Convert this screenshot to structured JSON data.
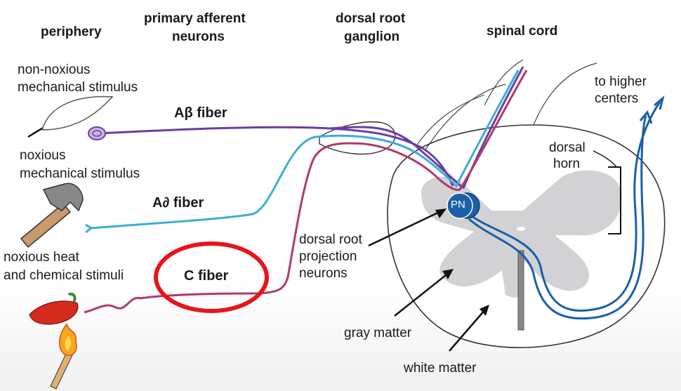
{
  "headers": {
    "periphery": "periphery",
    "primary_afferent_1": "primary afferent",
    "primary_afferent_2": "neurons",
    "drg_1": "dorsal root",
    "drg_2": "ganglion",
    "spinal_cord": "spinal cord"
  },
  "stimuli": {
    "non_noxious_1": "non-noxious",
    "non_noxious_2": "mechanical stimulus",
    "noxious_mech_1": "noxious",
    "noxious_mech_2": "mechanical stimulus",
    "heat_chem_1": "noxious heat",
    "heat_chem_2": "and chemical stimuli"
  },
  "fibers": {
    "abeta": "Aβ fiber",
    "adelta": "A∂ fiber",
    "c": "C fiber"
  },
  "cord_labels": {
    "higher_1": "to higher",
    "higher_2": "centers",
    "dorsal_horn_1": "dorsal",
    "dorsal_horn_2": "horn",
    "pn": "PN",
    "projection_1": "dorsal root",
    "projection_2": "projection",
    "projection_3": "neurons",
    "gray_matter": "gray matter",
    "white_matter": "white matter"
  },
  "colors": {
    "abeta": "#6a3fa0",
    "adelta": "#3aaed8",
    "c": "#b03a6a",
    "projection": "#1a5fa8",
    "highlight": "#e8141b",
    "gray_matter": "#d2d2d4"
  }
}
